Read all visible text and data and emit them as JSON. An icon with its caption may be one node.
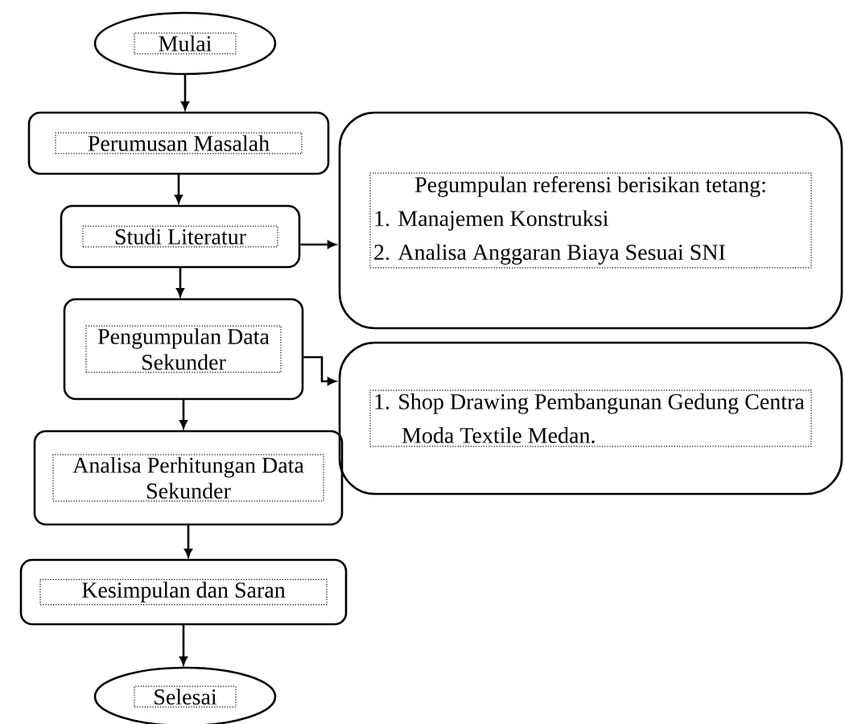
{
  "diagram": {
    "nodes": [
      {
        "text": [
          "Mulai"
        ]
      },
      {
        "text": [
          "Perumusan Masalah"
        ]
      },
      {
        "text": [
          "Studi Literatur"
        ]
      },
      {
        "text": [
          "Pengumpulan Data Sekunder"
        ]
      },
      {
        "text": [
          "Analisa Perhitungan Data Sekunder"
        ]
      },
      {
        "text": [
          "Kesimpulan dan Saran"
        ]
      },
      {
        "text": [
          "Selesai"
        ]
      },
      {
        "text": [
          "Pegumpulan referensi berisikan tetang:",
          "1. Manajemen Konstruksi",
          "2. Analisa Anggaran Biaya Sesuai SNI"
        ]
      },
      {
        "text": [
          "1. Shop Drawing Pembangunan Gedung Centra Moda Textile Medan."
        ]
      }
    ],
    "edges": [
      {
        "from": 0,
        "to": 1,
        "arrow": "to"
      },
      {
        "from": 1,
        "to": 2,
        "arrow": "to"
      },
      {
        "from": 2,
        "to": 3,
        "arrow": "to"
      },
      {
        "from": 3,
        "to": 4,
        "arrow": "to"
      },
      {
        "from": 4,
        "to": 5,
        "arrow": "to"
      },
      {
        "from": 5,
        "to": 6,
        "arrow": "to"
      },
      {
        "from": 2,
        "to": 7,
        "arrow": "to"
      },
      {
        "from": 3,
        "to": 8,
        "arrow": "to"
      }
    ]
  }
}
